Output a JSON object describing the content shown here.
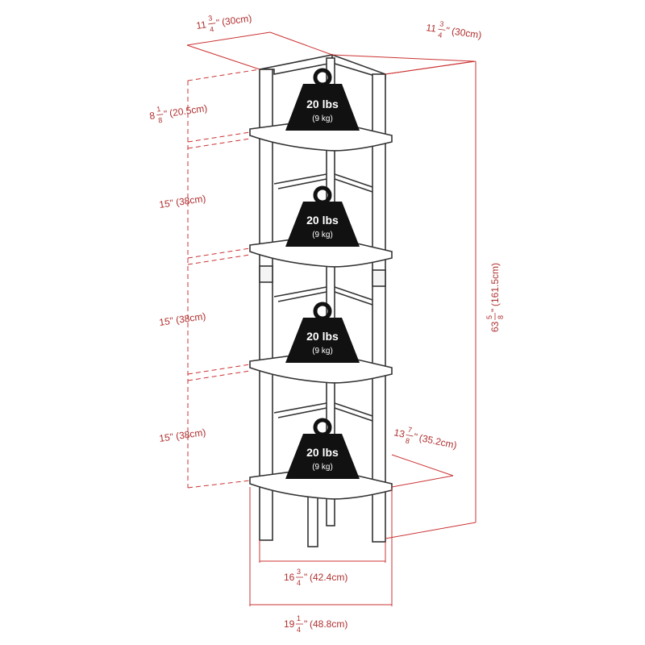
{
  "dimensions": {
    "top_left": {
      "whole": "11",
      "num": "3",
      "den": "4",
      "unit": "\"",
      "metric": "(30cm)"
    },
    "top_right": {
      "whole": "11",
      "num": "3",
      "den": "4",
      "unit": "\"",
      "metric": "(30cm)"
    },
    "first_gap": {
      "whole": "8",
      "num": "1",
      "den": "8",
      "unit": "\"",
      "metric": "(20.5cm)"
    },
    "gap_1": "15\" (38cm)",
    "gap_2": "15\" (38cm)",
    "gap_3": "15\" (38cm)",
    "height": {
      "whole": "63",
      "num": "5",
      "den": "8",
      "unit": "\"",
      "metric": "(161.5cm)"
    },
    "side": {
      "whole": "13",
      "num": "7",
      "den": "8",
      "unit": "\"",
      "metric": "(35.2cm)"
    },
    "inner_width": {
      "whole": "16",
      "num": "3",
      "den": "4",
      "unit": "\"",
      "metric": "(42.4cm)"
    },
    "outer_width": {
      "whole": "19",
      "num": "1",
      "den": "4",
      "unit": "\"",
      "metric": "(48.8cm)"
    }
  },
  "weights": [
    {
      "lbs": "20 lbs",
      "kg": "(9 kg)"
    },
    {
      "lbs": "20 lbs",
      "kg": "(9 kg)"
    },
    {
      "lbs": "20 lbs",
      "kg": "(9 kg)"
    },
    {
      "lbs": "20 lbs",
      "kg": "(9 kg)"
    }
  ],
  "colors": {
    "dimension": "#cc3333",
    "weight_fill": "#111111",
    "outline": "#333333"
  }
}
